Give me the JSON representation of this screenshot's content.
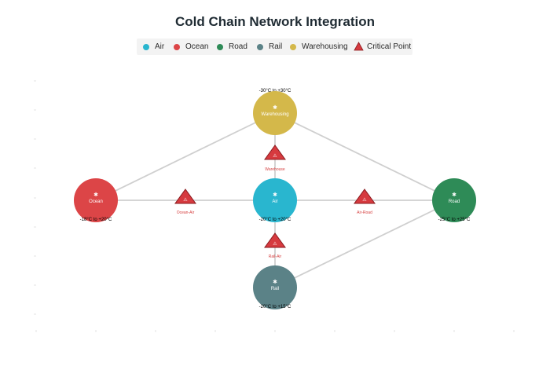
{
  "title": "Cold Chain Network Integration",
  "legend": {
    "items": [
      {
        "label": "Air",
        "color": "#29b6cf"
      },
      {
        "label": "Ocean",
        "color": "#dc4547"
      },
      {
        "label": "Road",
        "color": "#2e8b57"
      },
      {
        "label": "Rail",
        "color": "#5b8287"
      },
      {
        "label": "Warehousing",
        "color": "#d4b84a"
      }
    ],
    "critical": {
      "label": "Critical Point",
      "color": "#d63a3f"
    }
  },
  "nodes": [
    {
      "id": "warehousing",
      "label": "Warehousing",
      "temp": "-30°C to +30°C",
      "color": "#d4b84a"
    },
    {
      "id": "ocean",
      "label": "Ocean",
      "temp": "-18°C to +20°C",
      "color": "#dc4547"
    },
    {
      "id": "air",
      "label": "Air",
      "temp": "-20°C to +20°C",
      "color": "#29b6cf"
    },
    {
      "id": "road",
      "label": "Road",
      "temp": "-25°C to +25°C",
      "color": "#2e8b57"
    },
    {
      "id": "rail",
      "label": "Rail",
      "temp": "-20°C to +15°C",
      "color": "#5b8287"
    }
  ],
  "edges": [
    {
      "from": "ocean",
      "to": "warehousing"
    },
    {
      "from": "warehousing",
      "to": "road"
    },
    {
      "from": "ocean",
      "to": "air"
    },
    {
      "from": "air",
      "to": "road"
    },
    {
      "from": "warehousing",
      "to": "air"
    },
    {
      "from": "air",
      "to": "rail"
    },
    {
      "from": "rail",
      "to": "road"
    }
  ],
  "critical_points": [
    {
      "label": "Warehouse"
    },
    {
      "label": "Ocean-Air"
    },
    {
      "label": "Air-Road"
    },
    {
      "label": "Rail-Air"
    }
  ],
  "node_symbol": "✱"
}
